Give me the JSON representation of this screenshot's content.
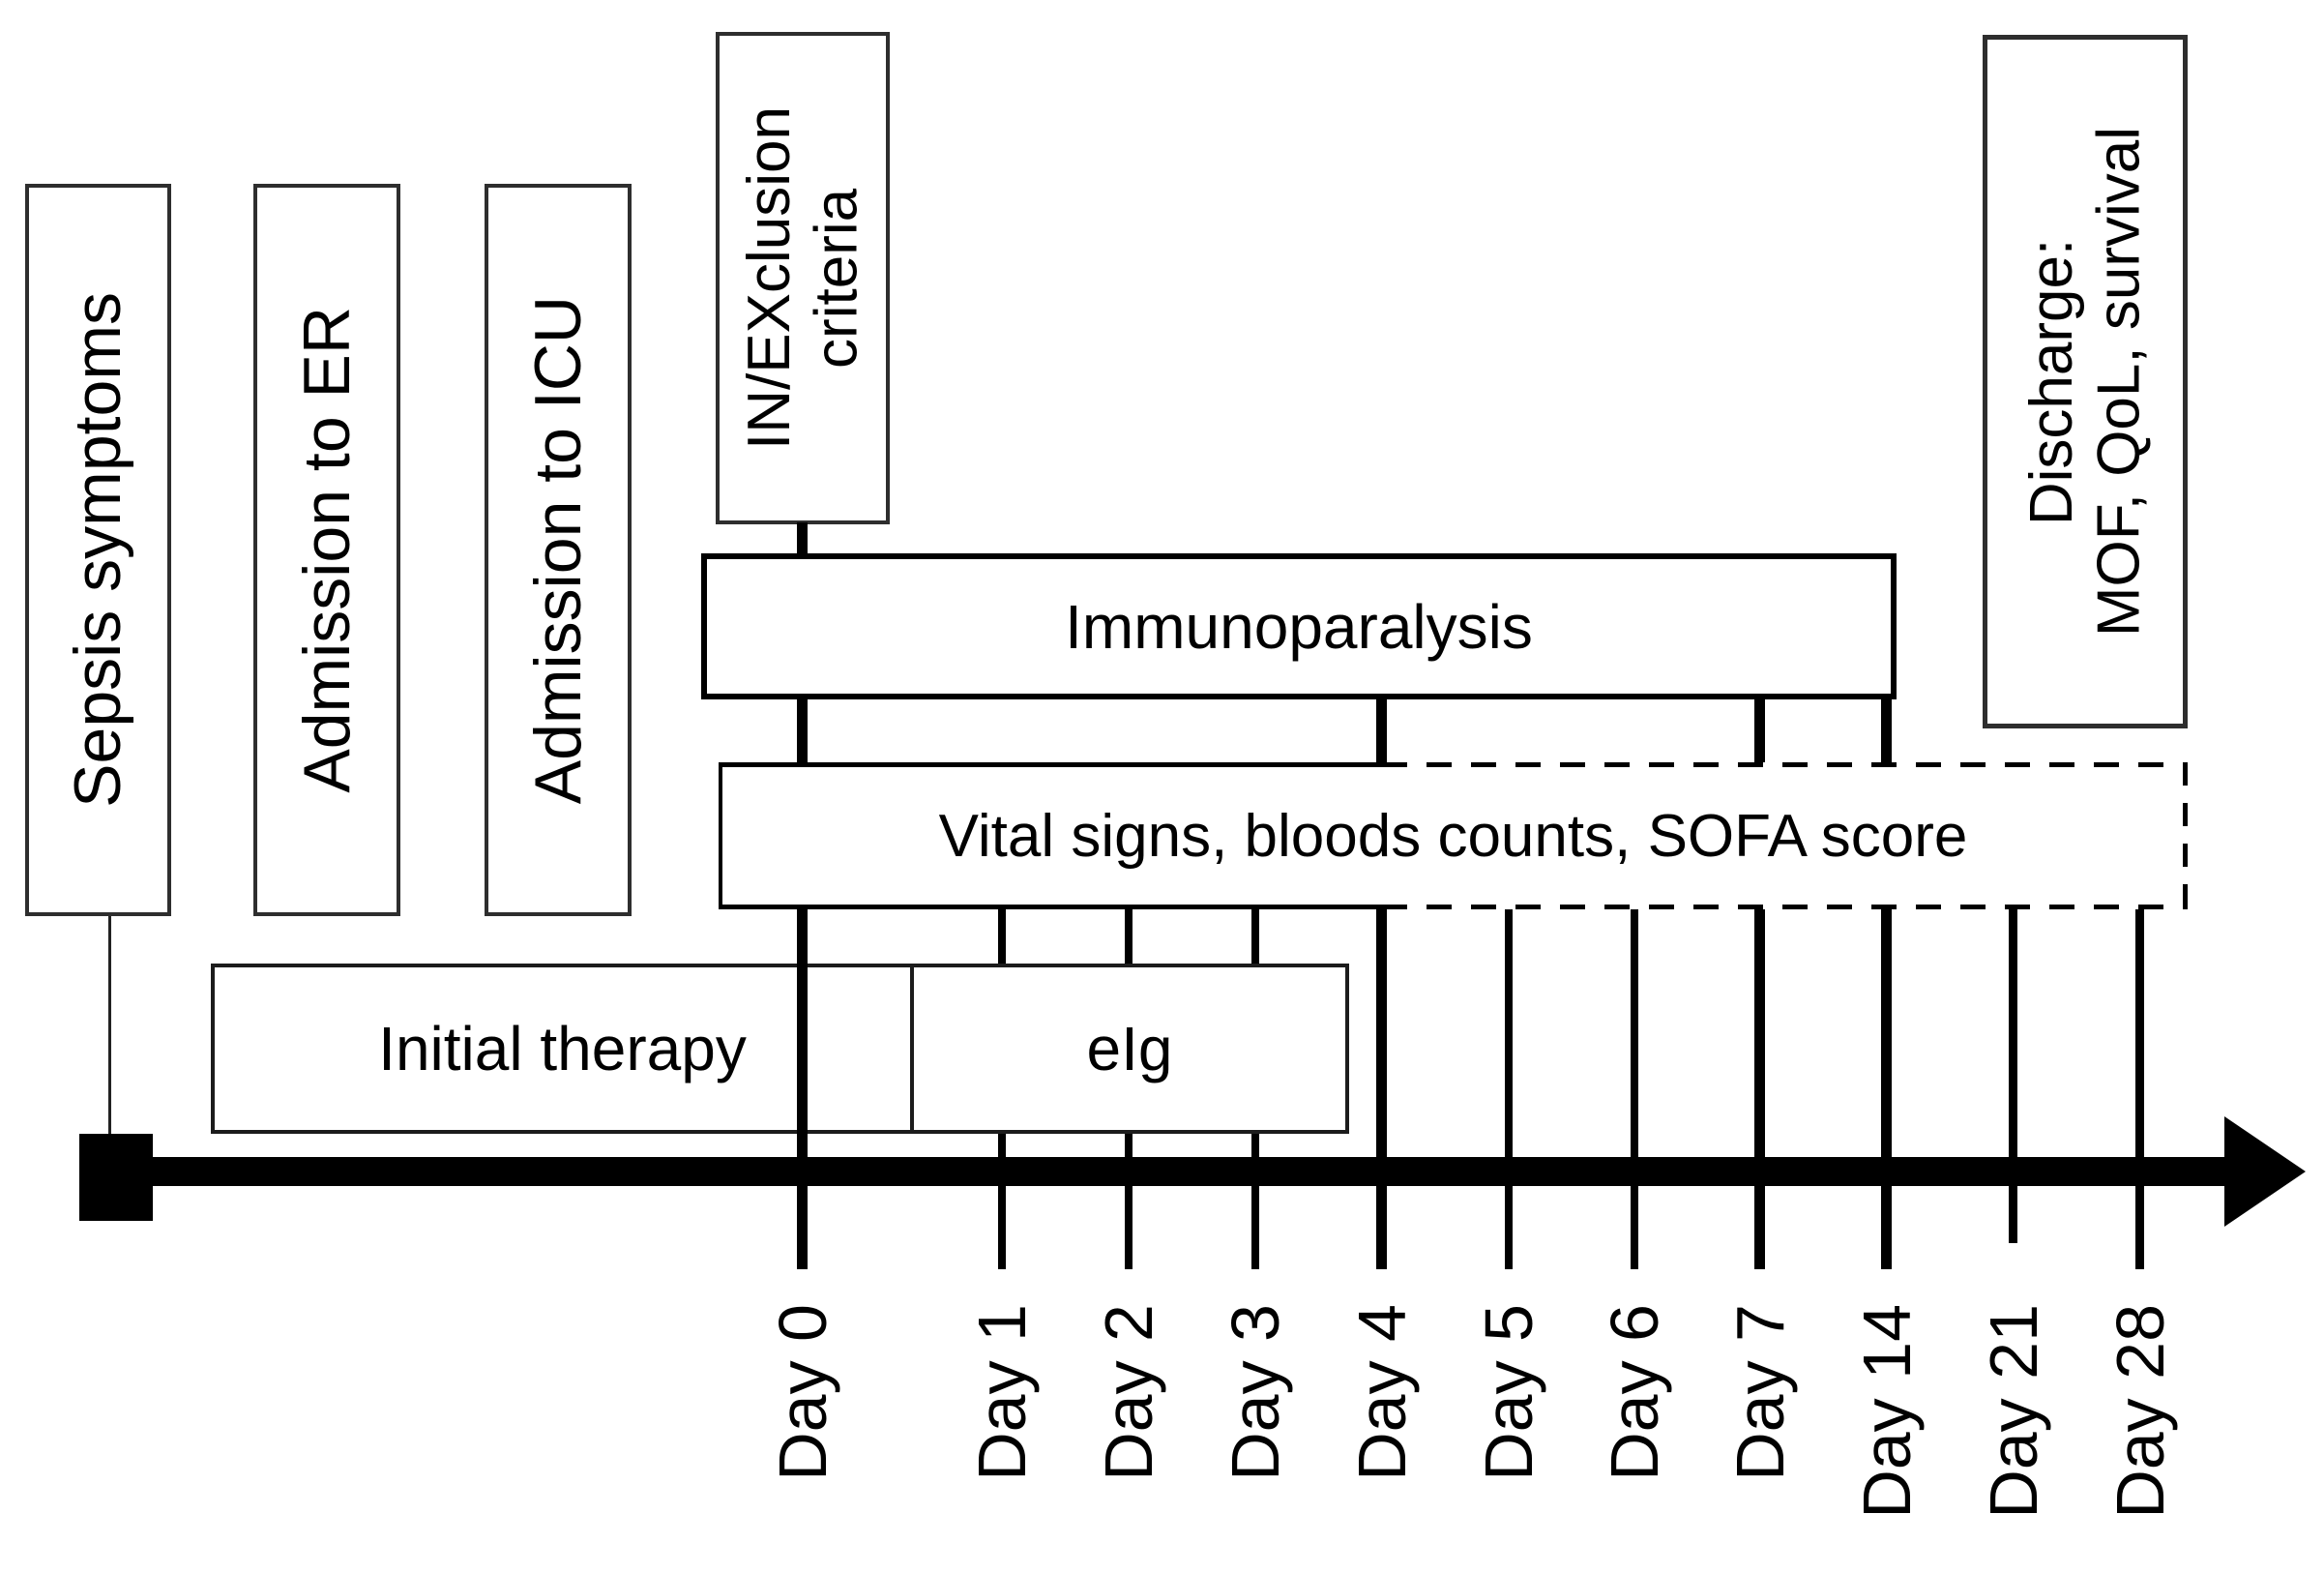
{
  "diagram": {
    "kind": "clinical-study-timeline",
    "events": {
      "sepsis": "Sepsis symptoms",
      "er": "Admission to ER",
      "icu": "Admission to ICU",
      "inex": "IN/EXclusion\ncriteria",
      "discharge": "Discharge:\nMOF, QoL, survival"
    },
    "phases": {
      "immunoparalysis": "Immunoparalysis",
      "vitals": "Vital signs, bloods counts, SOFA score",
      "initial_therapy": "Initial therapy",
      "eig": "eIg"
    },
    "timeline": {
      "days": [
        {
          "label": "Day 0"
        },
        {
          "label": "Day 1"
        },
        {
          "label": "Day 2"
        },
        {
          "label": "Day 3"
        },
        {
          "label": "Day 4"
        },
        {
          "label": "Day 5"
        },
        {
          "label": "Day 6"
        },
        {
          "label": "Day 7"
        },
        {
          "label": "Day 14"
        },
        {
          "label": "Day 21"
        },
        {
          "label": "Day 28"
        }
      ]
    },
    "colors": {
      "line": "#000000",
      "background": "#ffffff",
      "box_border": "#2e2e2e"
    }
  }
}
